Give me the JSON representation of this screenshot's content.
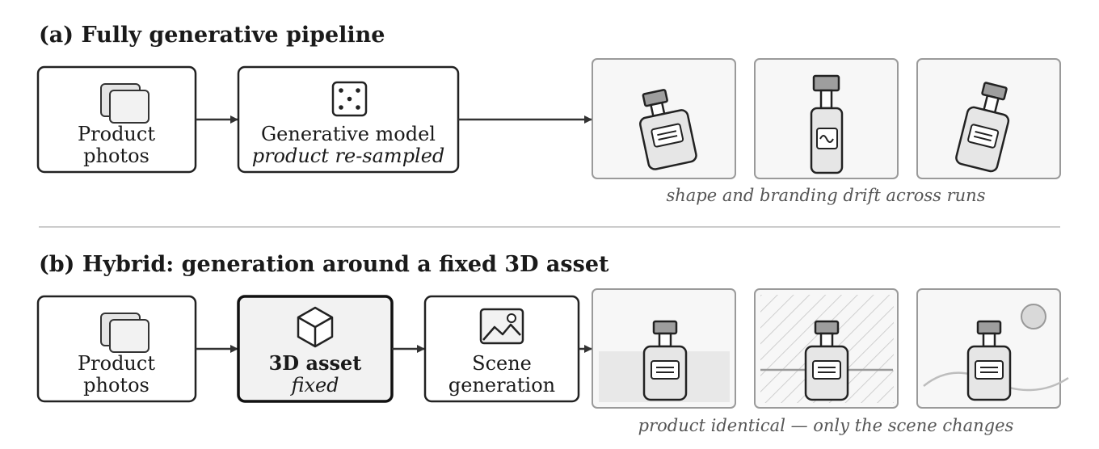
{
  "colors": {
    "stroke": "#222222",
    "panel_border": "#9a9a9a",
    "panel_fill": "#f7f7f7",
    "bottle_fill": "#e6e6e6",
    "cap_fill": "#9e9e9e",
    "divider": "#cccccc"
  },
  "section_a": {
    "title": "(a) Fully generative pipeline",
    "photos": {
      "line1": "Product",
      "line2": "photos",
      "icon": "photos-icon"
    },
    "model": {
      "line1": "Generative model",
      "line2": "product re-sampled",
      "icon": "dice-icon"
    },
    "caption": "shape and branding drift across runs"
  },
  "section_b": {
    "title": "(b) Hybrid: generation around a fixed 3D asset",
    "photos": {
      "line1": "Product",
      "line2": "photos",
      "icon": "photos-icon"
    },
    "asset": {
      "line1": "3D asset",
      "line2": "fixed",
      "icon": "cube-icon"
    },
    "scene": {
      "line1": "Scene",
      "line2": "generation",
      "icon": "image-icon"
    },
    "caption": "product identical — only the scene changes"
  }
}
